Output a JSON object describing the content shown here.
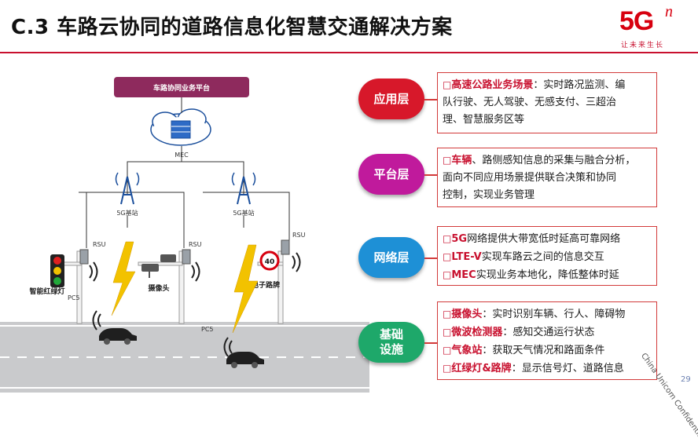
{
  "title": "C.3 车路云协同的道路信息化智慧交通解决方案",
  "logo": {
    "mark": "5G",
    "superscript": "n",
    "slogan": "让未来生长"
  },
  "diagram": {
    "platform_label": "车路协同业务平台",
    "mec_label": "MEC",
    "base_station_left": "5G基站",
    "base_station_right": "5G基站",
    "rsu_labels": [
      "RSU",
      "RSU",
      "RSU"
    ],
    "pc5_left": "PC5",
    "pc5_road": "PC5",
    "traffic_light_label": "智能红绿灯",
    "camera_label": "摄像头",
    "sign_label": "电子路牌",
    "speed_limit": "40"
  },
  "layers": [
    {
      "name": "应用层",
      "color": "#d7182a",
      "lines": [
        [
          {
            "t": "□",
            "c": "bullet"
          },
          {
            "t": "高速公路业务场景",
            "c": "kw"
          },
          {
            "t": "：实时路况监测、编"
          }
        ],
        [
          {
            "t": "队行驶、无人驾驶、无感支付、三超治"
          }
        ],
        [
          {
            "t": "理、智慧服务区等"
          }
        ]
      ]
    },
    {
      "name": "平台层",
      "color": "#c01a9c",
      "lines": [
        [
          {
            "t": "□",
            "c": "bullet"
          },
          {
            "t": "车辆",
            "c": "kw"
          },
          {
            "t": "、路侧感知信息的采集与融合分析，"
          }
        ],
        [
          {
            "t": "面向不同应用场景提供联合决策和协同"
          }
        ],
        [
          {
            "t": "控制，实现业务管理"
          }
        ]
      ]
    },
    {
      "name": "网络层",
      "color": "#1e90d6",
      "lines": [
        [
          {
            "t": "□",
            "c": "bullet"
          },
          {
            "t": "5G",
            "c": "kw"
          },
          {
            "t": "网络提供大带宽低时延高可靠网络"
          }
        ],
        [
          {
            "t": "□",
            "c": "bullet"
          },
          {
            "t": "LTE-V",
            "c": "kw"
          },
          {
            "t": "实现车路云之间的信息交互"
          }
        ],
        [
          {
            "t": "□",
            "c": "bullet"
          },
          {
            "t": "MEC",
            "c": "kw"
          },
          {
            "t": "实现业务本地化，降低整体时延"
          }
        ]
      ]
    },
    {
      "name": "基础\n设施",
      "color": "#1ea86a",
      "lines": [
        [
          {
            "t": "□",
            "c": "bullet"
          },
          {
            "t": "摄像头",
            "c": "kw"
          },
          {
            "t": "：实时识别车辆、行人、障碍物"
          }
        ],
        [
          {
            "t": "□",
            "c": "bullet"
          },
          {
            "t": "微波检测器",
            "c": "kw"
          },
          {
            "t": "：感知交通运行状态"
          }
        ],
        [
          {
            "t": "□",
            "c": "bullet"
          },
          {
            "t": "气象站",
            "c": "kw"
          },
          {
            "t": "：获取天气情况和路面条件"
          }
        ],
        [
          {
            "t": "□",
            "c": "bullet"
          },
          {
            "t": "红绿灯&路牌",
            "c": "kw"
          },
          {
            "t": "：显示信号灯、道路信息"
          }
        ]
      ]
    }
  ],
  "footer": {
    "confidential": "China Unicom Confidential",
    "page": "29"
  }
}
